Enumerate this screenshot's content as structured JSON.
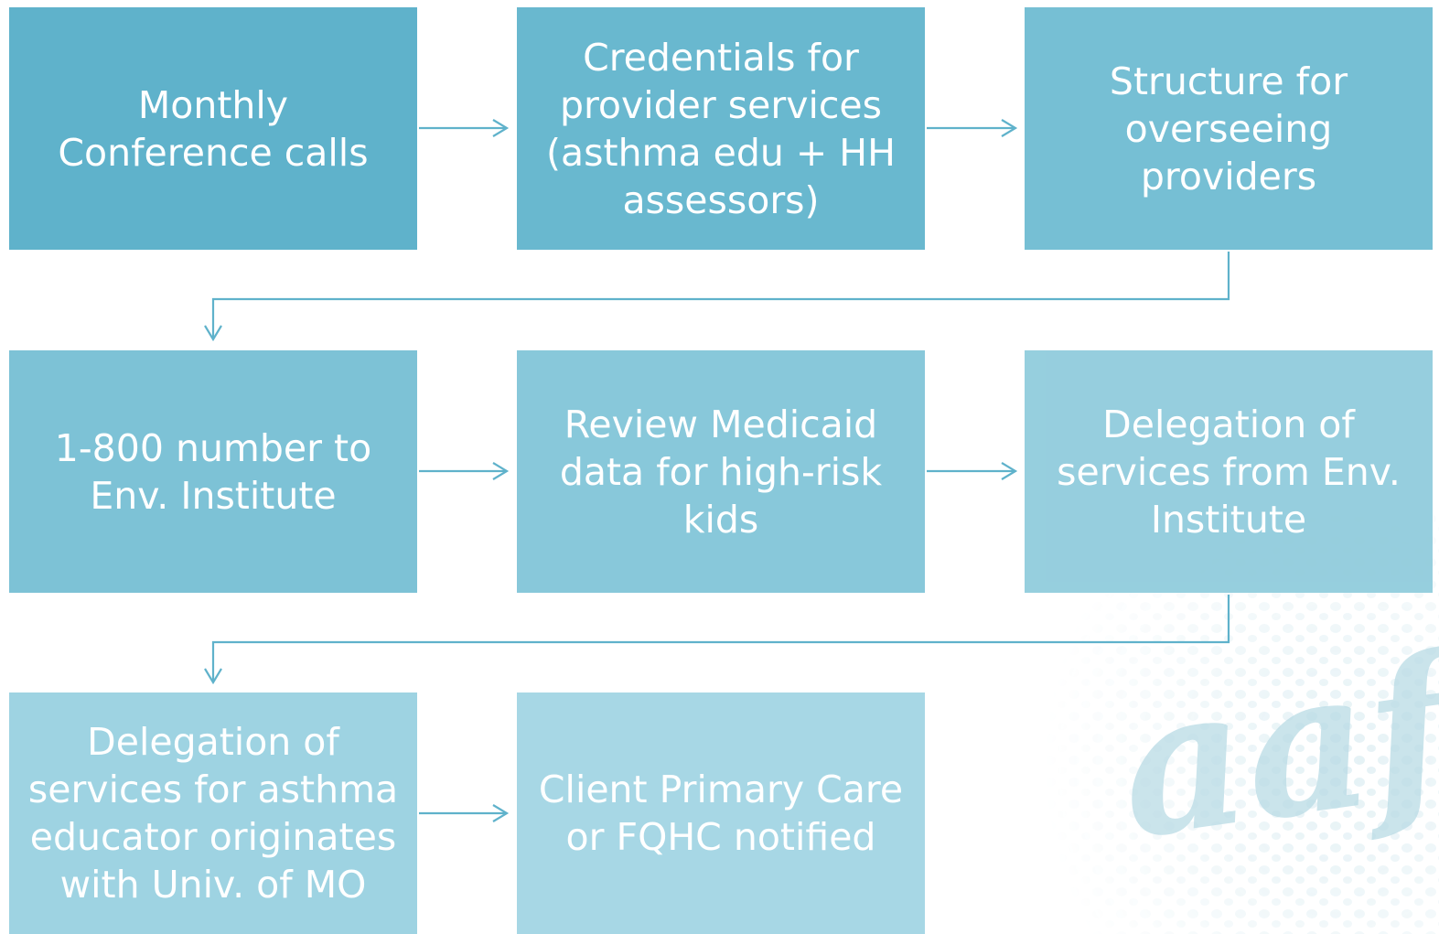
{
  "colors": {
    "row1": [
      "#5fb2cb",
      "#69b8cf",
      "#76bfd4"
    ],
    "row2": [
      "#7dc2d6",
      "#88c8da",
      "#93cddd"
    ],
    "row3": [
      "#9ed3e2",
      "#a7d7e5"
    ],
    "connector": "#5fb2cb",
    "watermark": "#b9dbe5"
  },
  "watermark": {
    "logo_text": "aafa"
  },
  "boxes": [
    {
      "label": "Monthly\nConference calls"
    },
    {
      "label": "Credentials for\nprovider services\n(asthma edu + HH\nassessors)"
    },
    {
      "label": "Structure for\noverseeing\nproviders"
    },
    {
      "label": "1-800 number to\nEnv. Institute"
    },
    {
      "label": "Review Medicaid\ndata for high-risk\nkids"
    },
    {
      "label": "Delegation of\nservices from Env.\nInstitute"
    },
    {
      "label": "Delegation of\nservices for asthma\neducator originates\nwith Univ. of MO"
    },
    {
      "label": "Client Primary Care\nor FQHC notified"
    }
  ]
}
